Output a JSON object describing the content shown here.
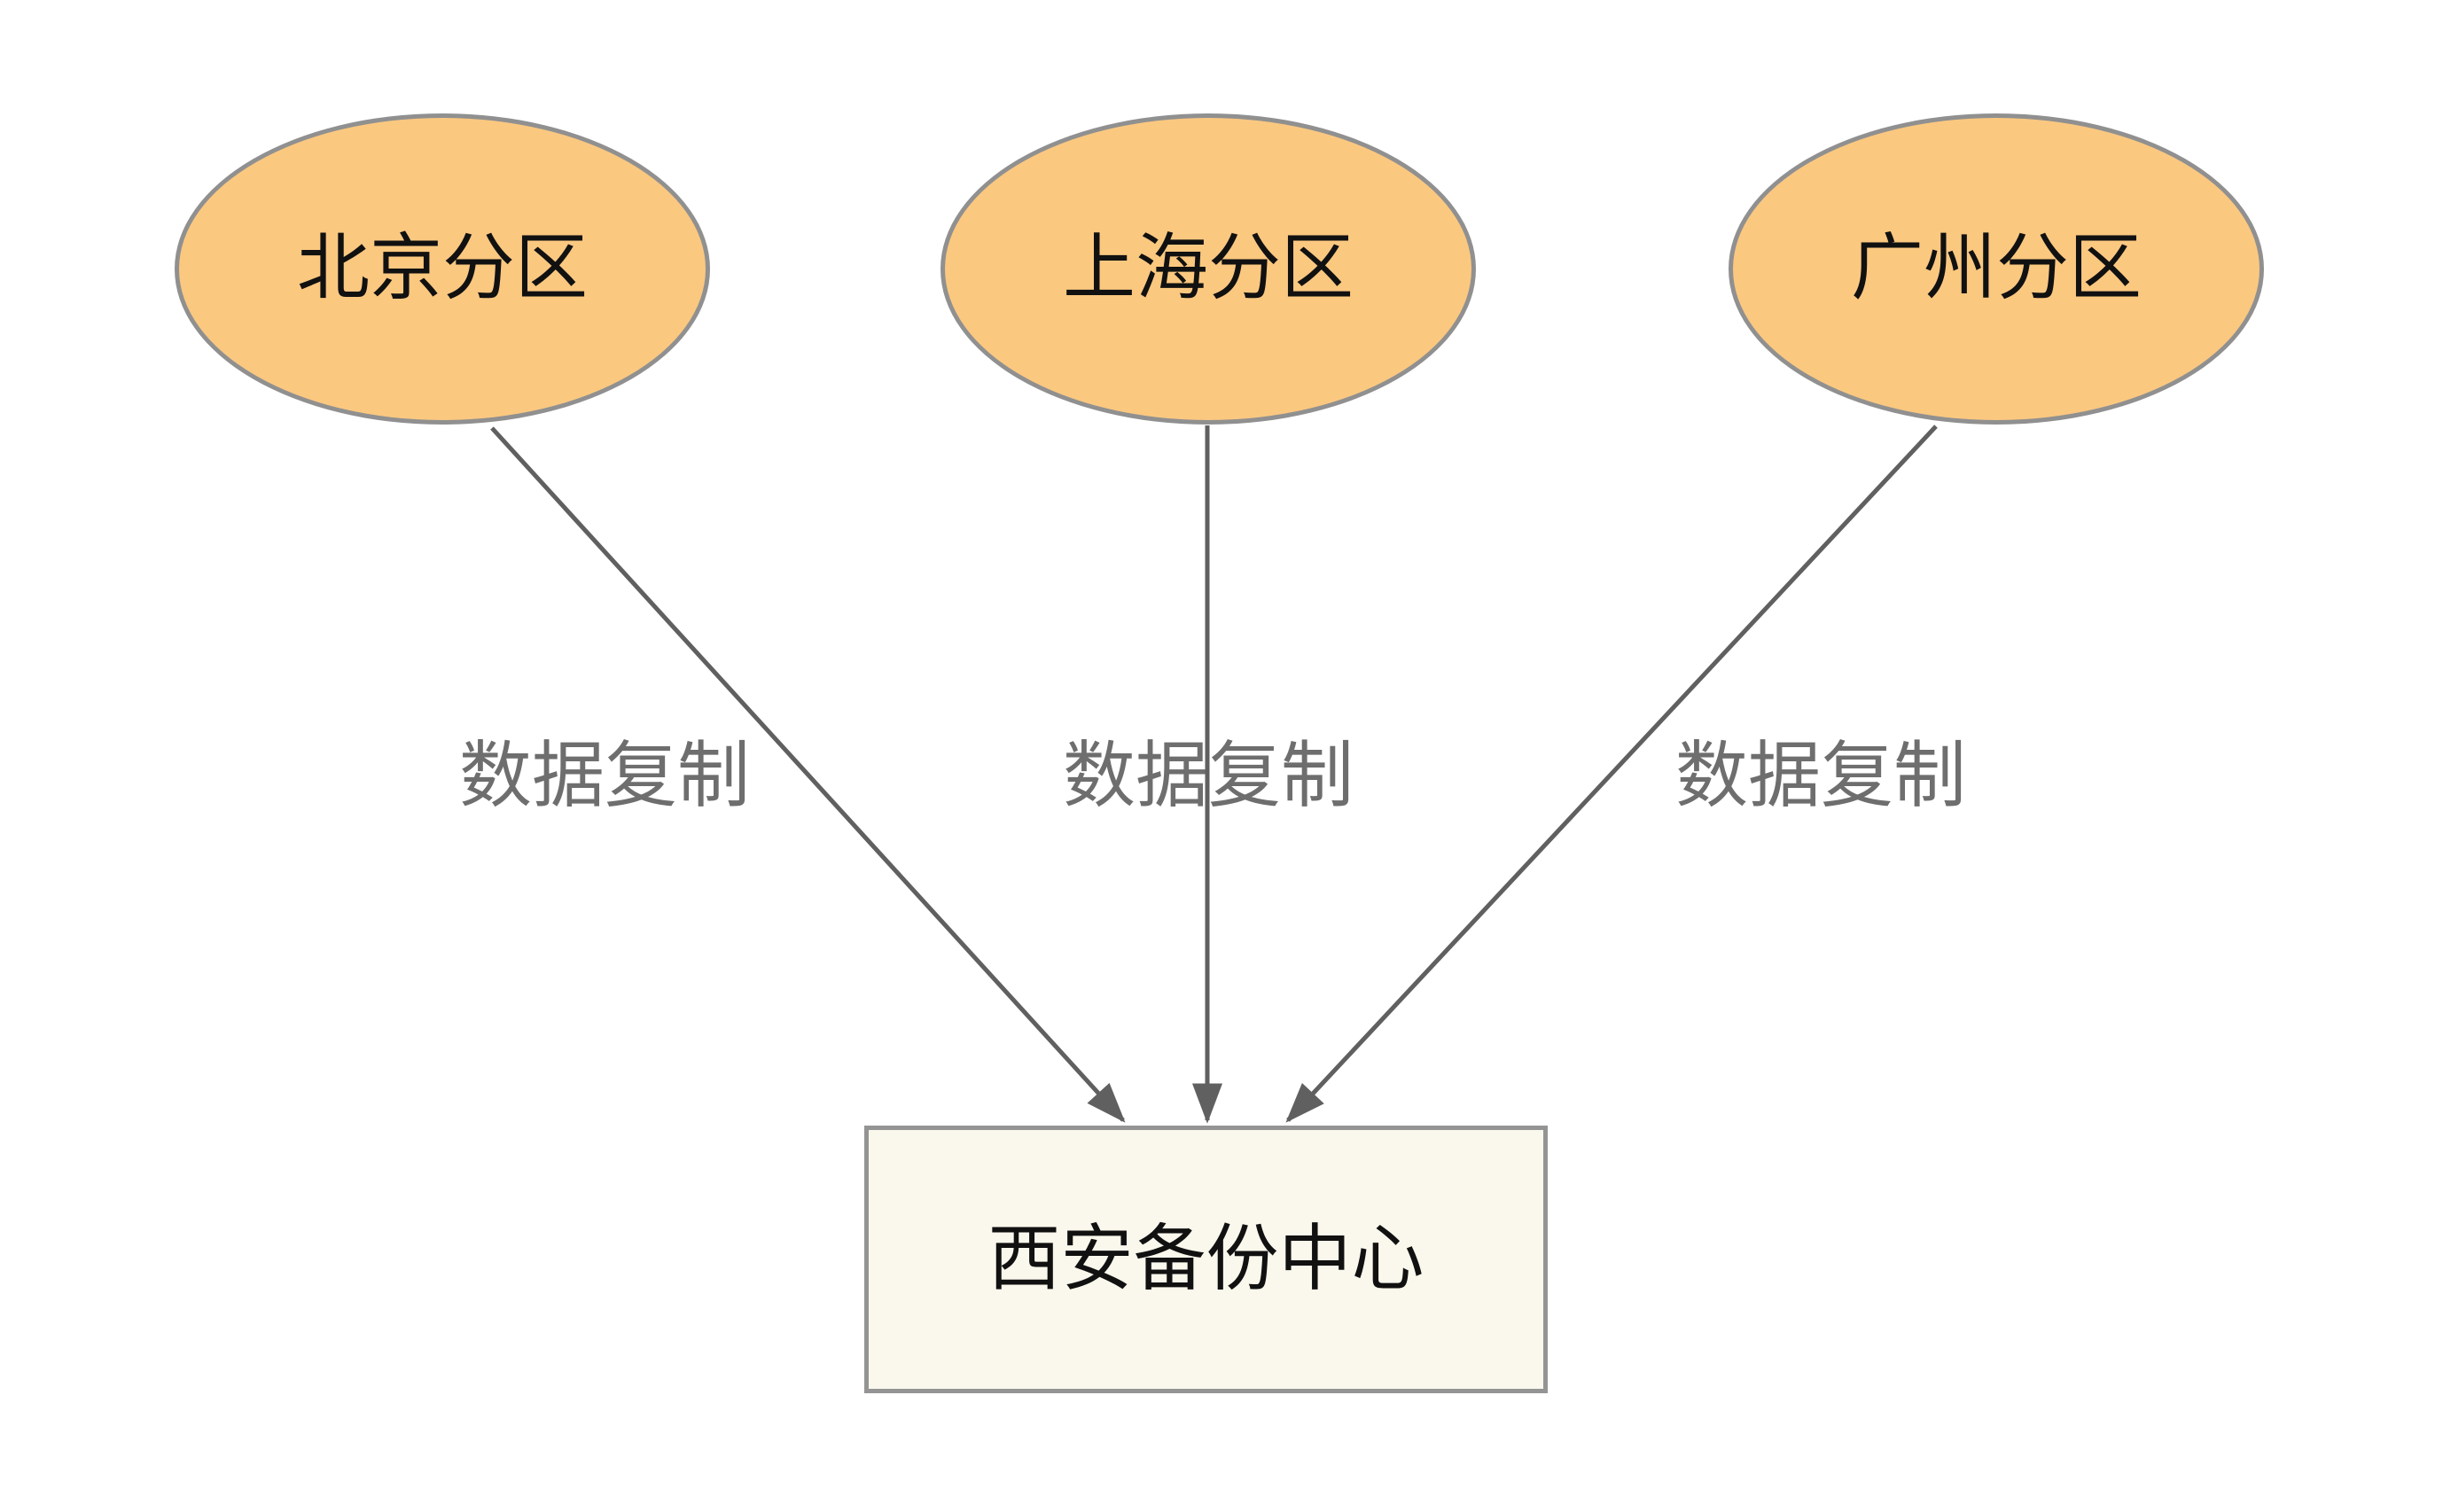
{
  "diagram": {
    "nodes": [
      {
        "id": "beijing",
        "shape": "ellipse",
        "label": "北京分区"
      },
      {
        "id": "shanghai",
        "shape": "ellipse",
        "label": "上海分区"
      },
      {
        "id": "guangzhou",
        "shape": "ellipse",
        "label": "广州分区"
      },
      {
        "id": "xian-backup",
        "shape": "rectangle",
        "label": "西安备份中心"
      }
    ],
    "edges": [
      {
        "from": "beijing",
        "to": "xian-backup",
        "label": "数据复制"
      },
      {
        "from": "shanghai",
        "to": "xian-backup",
        "label": "数据复制"
      },
      {
        "from": "guangzhou",
        "to": "xian-backup",
        "label": "数据复制"
      }
    ],
    "colors": {
      "node_fill": "#FBC880",
      "node_border": "#909090",
      "rect_fill": "#FAF8EC",
      "rect_border": "#949494",
      "arrow": "#606060",
      "edge_label_text": "#6E6E6E",
      "node_text": "#111111",
      "background": "#FFFFFF"
    }
  }
}
